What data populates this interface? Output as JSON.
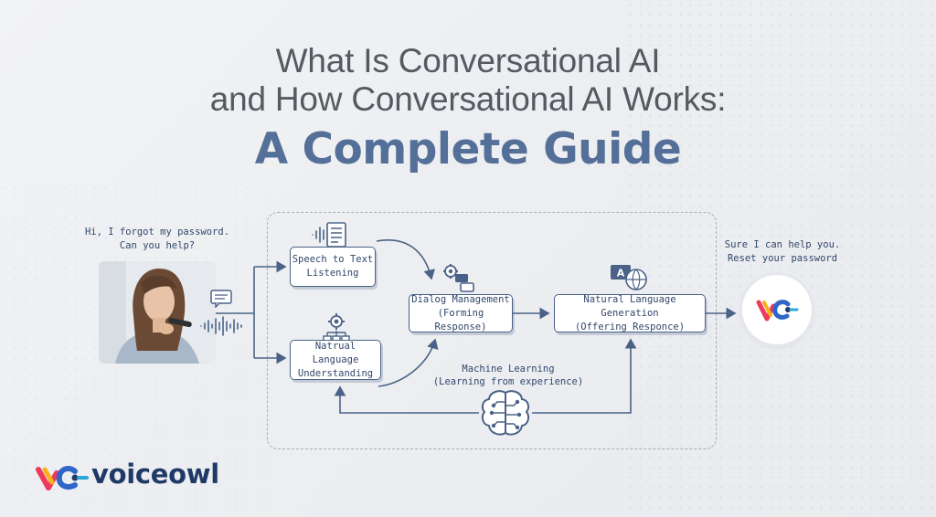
{
  "title": {
    "line1": "What Is Conversational AI",
    "line2": "and How Conversational AI Works:",
    "line3": "A Complete Guide"
  },
  "user_speech": {
    "line1": "Hi, I forgot my password.",
    "line2": "Can you help?"
  },
  "bot_speech": {
    "line1": "Sure I can help you.",
    "line2": "Reset your password"
  },
  "nodes": {
    "stt": {
      "line1": "Speech to Text",
      "line2": "Listening"
    },
    "nlu": {
      "line1": "Natrual Language",
      "line2": "Understanding"
    },
    "dm": {
      "line1": "Dialog Management",
      "line2": "(Forming Response)"
    },
    "nlg": {
      "line1": "Natural Language Generation",
      "line2": "(Offering Responce)"
    },
    "ml": {
      "line1": "Machine Learning",
      "line2": "(Learning from experience)"
    }
  },
  "brand": {
    "name": "voiceowl"
  },
  "colors": {
    "accent": "#546f98",
    "line": "#4a6287",
    "title_gray": "#555a61",
    "brand_dark": "#1f3a66"
  },
  "icons": [
    "message-icon",
    "soundwave-icon",
    "speech-document-icon",
    "gear-network-icon",
    "gear-chat-icon",
    "translate-globe-icon",
    "brain-circuit-icon",
    "voiceowl-logo-icon"
  ]
}
